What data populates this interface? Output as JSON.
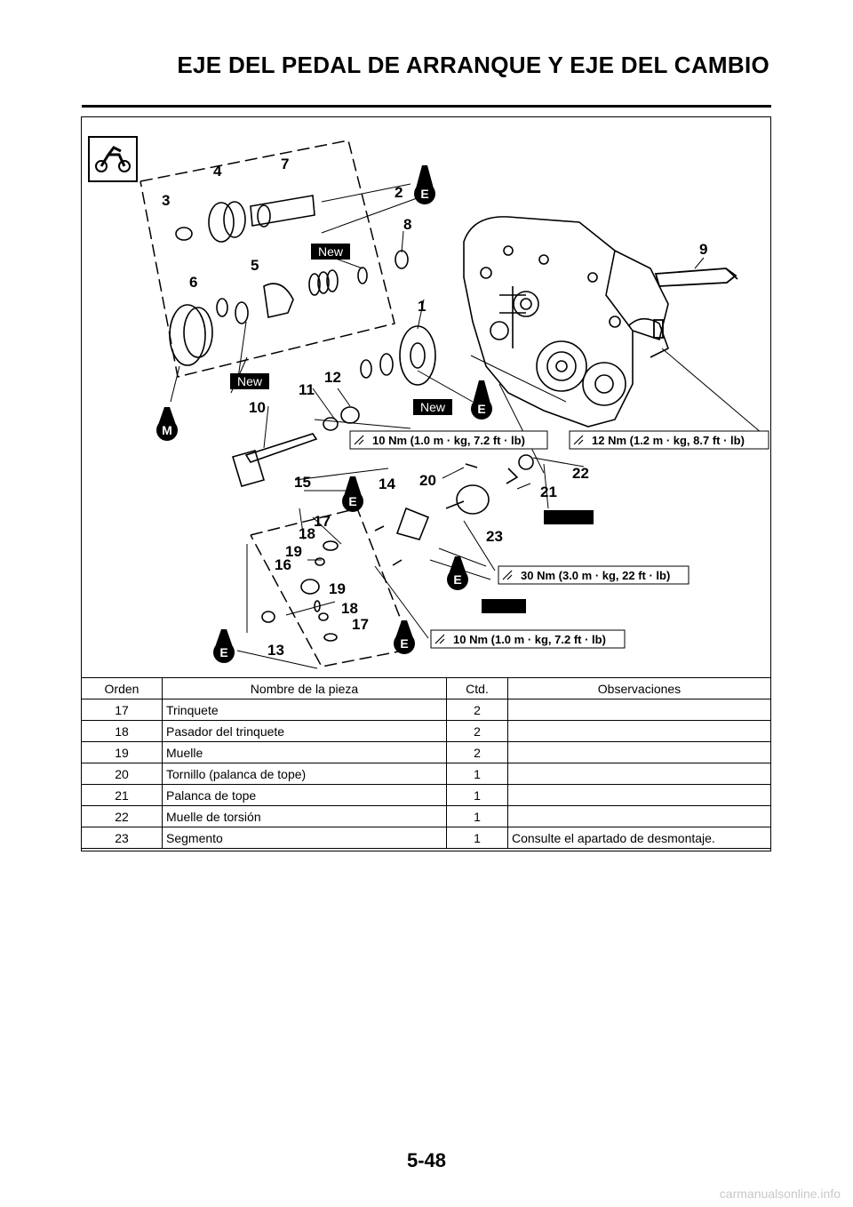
{
  "header": {
    "title": "EJE DEL PEDAL DE ARRANQUE Y EJE DEL CAMBIO"
  },
  "diagram": {
    "callouts": [
      "1",
      "2",
      "3",
      "4",
      "5",
      "6",
      "7",
      "8",
      "9",
      "10",
      "11",
      "12",
      "13",
      "14",
      "15",
      "16",
      "17",
      "18",
      "19",
      "19",
      "18",
      "17",
      "20",
      "21",
      "22",
      "23"
    ],
    "new_tags": [
      "New",
      "New",
      "New"
    ],
    "torque_specs": [
      "10 Nm (1.0 m · kg, 7.2 ft · lb)",
      "12 Nm (1.2 m · kg, 8.7 ft · lb)",
      "30 Nm (3.0 m · kg, 22 ft · lb)",
      "10 Nm (1.0 m · kg, 7.2 ft · lb)"
    ],
    "lube_marks": [
      "E",
      "E",
      "E",
      "E",
      "E",
      "E",
      "M"
    ]
  },
  "table": {
    "headers": [
      "Orden",
      "Nombre de la pieza",
      "Ctd.",
      "Observaciones"
    ],
    "rows": [
      [
        "17",
        "Trinquete",
        "2",
        ""
      ],
      [
        "18",
        "Pasador del trinquete",
        "2",
        ""
      ],
      [
        "19",
        "Muelle",
        "2",
        ""
      ],
      [
        "20",
        "Tornillo (palanca de tope)",
        "1",
        ""
      ],
      [
        "21",
        "Palanca de tope",
        "1",
        ""
      ],
      [
        "22",
        "Muelle de torsión",
        "1",
        ""
      ],
      [
        "23",
        "Segmento",
        "1",
        "Consulte el apartado de desmontaje."
      ]
    ]
  },
  "footer": {
    "page": "5-48",
    "watermark": "carmanualsonline.info"
  }
}
